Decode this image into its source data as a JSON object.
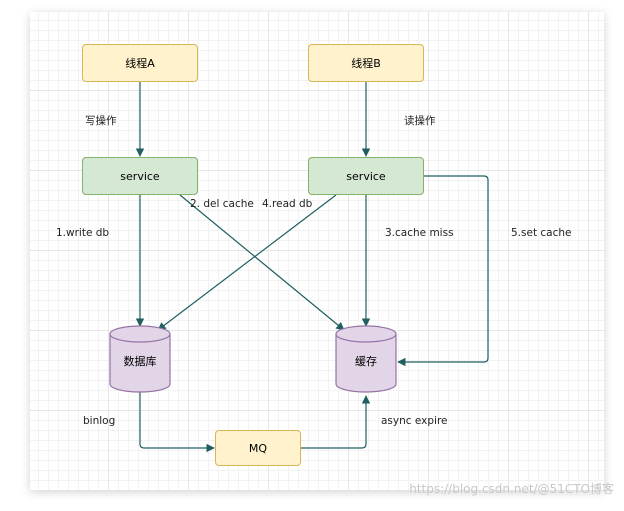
{
  "nodes": {
    "thread_a": "线程A",
    "thread_b": "线程B",
    "service_left": "service",
    "service_right": "service",
    "database": "数据库",
    "cache": "缓存",
    "mq": "MQ"
  },
  "edge_labels": {
    "write_op": "写操作",
    "read_op": "读操作",
    "write_db": "1.write db",
    "del_cache": "2. del cache",
    "read_db": "4.read db",
    "cache_miss": "3.cache miss",
    "set_cache": "5.set cache",
    "binlog": "binlog",
    "async_expire": "async expire"
  },
  "watermark": "https://blog.csdn.net/@51CTO博客",
  "colors": {
    "yellow_fill": "#fff2cc",
    "yellow_stroke": "#d6b656",
    "green_fill": "#d5e8d4",
    "green_stroke": "#82b366",
    "purple_fill": "#e1d5e7",
    "purple_stroke": "#9673a6",
    "arrow": "#1f5f5f"
  }
}
